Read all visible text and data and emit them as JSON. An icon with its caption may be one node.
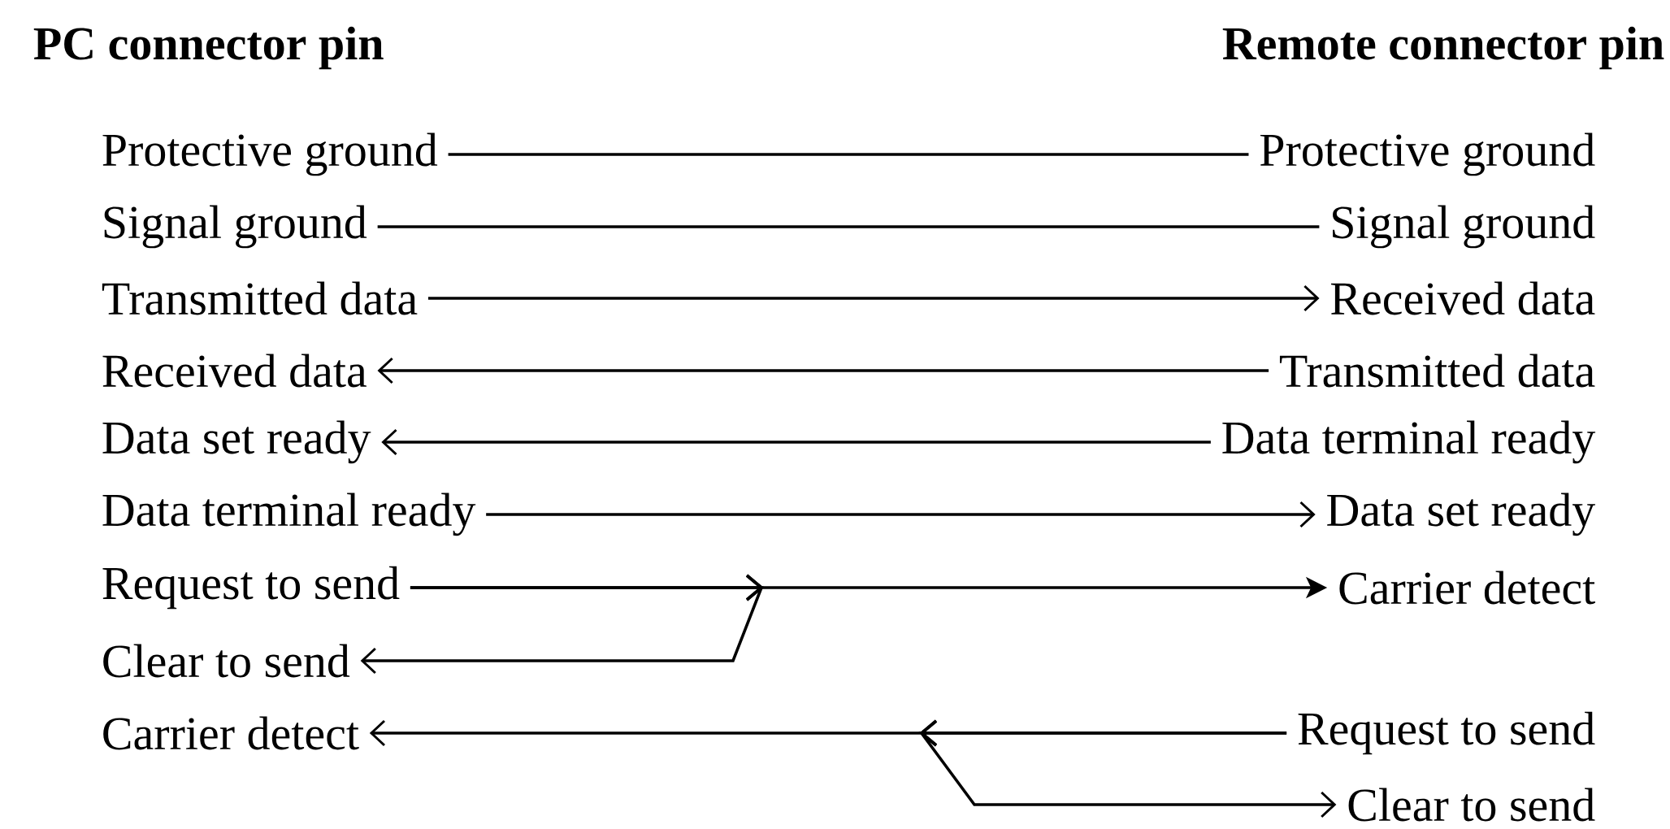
{
  "diagram": {
    "nodes": [
      {
        "text": [
          "Protective ground"
        ]
      },
      {
        "text": [
          "Protective ground"
        ]
      },
      {
        "text": [
          "Signal ground"
        ]
      },
      {
        "text": [
          "Signal ground"
        ]
      },
      {
        "text": [
          "Transmitted data"
        ]
      },
      {
        "text": [
          "Received data"
        ]
      },
      {
        "text": [
          "Received data"
        ]
      },
      {
        "text": [
          "Transmitted data"
        ]
      },
      {
        "text": [
          "Data set ready"
        ]
      },
      {
        "text": [
          "Data terminal ready"
        ]
      },
      {
        "text": [
          "Data terminal ready"
        ]
      },
      {
        "text": [
          "Data set ready"
        ]
      },
      {
        "text": [
          "Request to send"
        ]
      },
      {
        "text": [
          "Carrier detect"
        ]
      },
      {
        "text": [
          "Clear to send"
        ]
      },
      {
        "text": [
          "Carrier detect"
        ]
      },
      {
        "text": [
          "Request to send"
        ]
      },
      {
        "text": [
          "Clear to send"
        ]
      }
    ],
    "edges": [
      {
        "from": 0,
        "to": 1,
        "arrow": "none"
      },
      {
        "from": 2,
        "to": 3,
        "arrow": "none"
      },
      {
        "from": 4,
        "to": 5,
        "arrow": "to"
      },
      {
        "from": 7,
        "to": 6,
        "arrow": "to"
      },
      {
        "from": 9,
        "to": 8,
        "arrow": "to"
      },
      {
        "from": 10,
        "to": 11,
        "arrow": "to"
      },
      {
        "from": 12,
        "to": 13,
        "arrow": "to"
      },
      {
        "from": 12,
        "to": 14,
        "arrow": "to"
      },
      {
        "from": 16,
        "to": 15,
        "arrow": "to"
      },
      {
        "from": 16,
        "to": 17,
        "arrow": "to"
      }
    ],
    "labels": [
      "PC connector pin",
      "Remote connector pin"
    ]
  }
}
